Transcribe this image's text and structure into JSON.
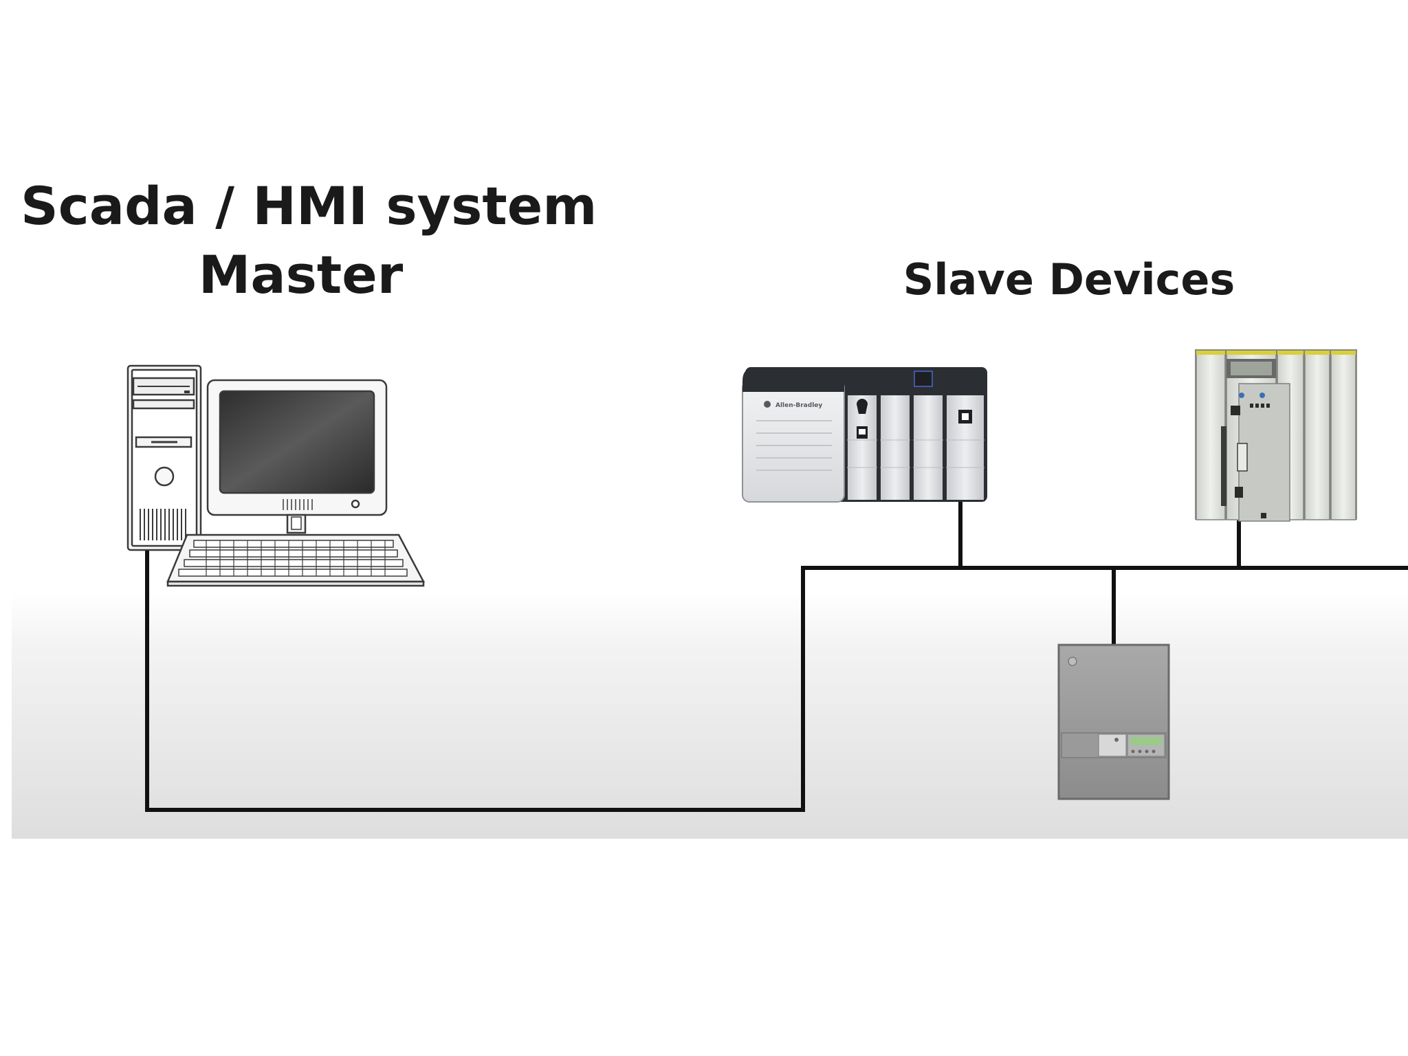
{
  "master": {
    "title_line1": "Scada / HMI system",
    "title_line2": "Master"
  },
  "slaves": {
    "title": "Slave Devices"
  },
  "devices": {
    "plc_brand": "Allen-Bradley"
  },
  "colors": {
    "network_line": "#111111",
    "text": "#1a1a1a",
    "plc_dark": "#2b2e33",
    "lcd_green": "#9bc98a"
  },
  "icons": [
    "desktop-computer-icon",
    "plc-rack-icon",
    "modular-plc-icon",
    "control-panel-icon"
  ]
}
